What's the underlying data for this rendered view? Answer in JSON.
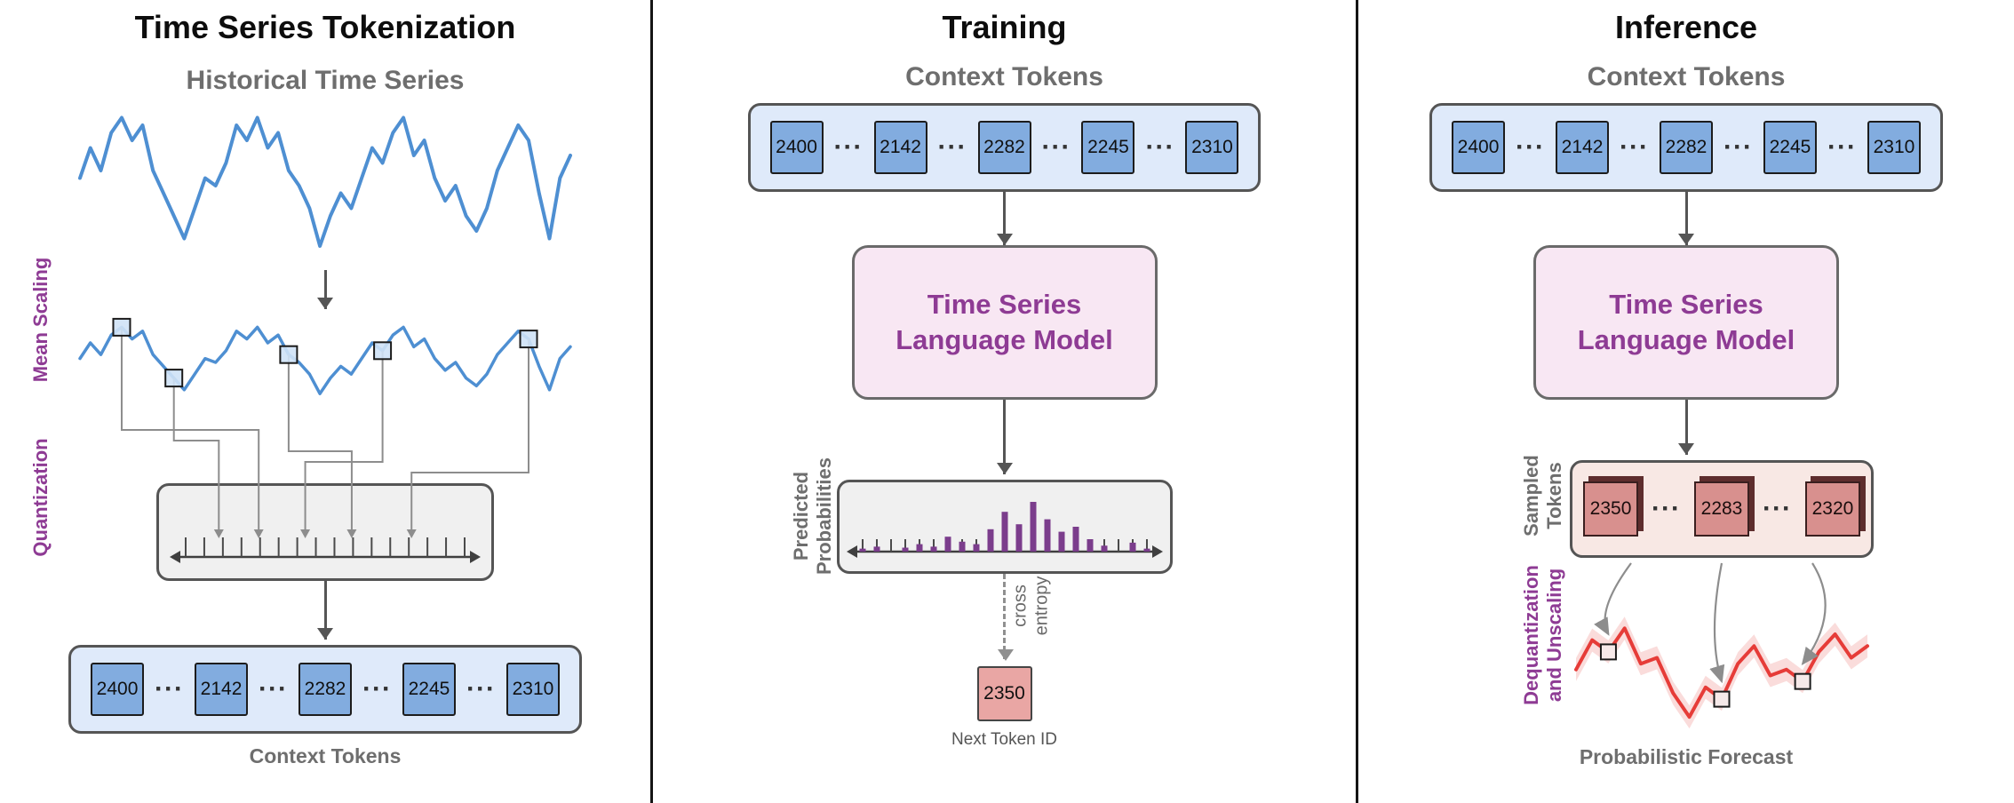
{
  "ui": {
    "ellipsis": "···"
  },
  "colors": {
    "series_blue": "#4e8fd2",
    "accent_purple": "#8e3b94",
    "gray_heading": "#6e6e6e",
    "arrow_gray": "#555555",
    "token_blue": "#82acdf",
    "token_container_blue": "#dfeafa",
    "model_pink": "#f8e7f3",
    "hist_purple": "#7b3d8c",
    "next_token_red": "#e9a6a4",
    "sampled_red": "#d8908e",
    "sampled_shadow": "#5e2d2d",
    "forecast_red": "#e63c38",
    "box_gray": "#f0f0f0"
  },
  "panels": {
    "tokenization": {
      "title": "Time Series Tokenization",
      "chart_title": "Historical Time Series",
      "mean_scaling_label": "Mean Scaling",
      "quantization_label": "Quantization",
      "caption": "Context Tokens",
      "context_tokens": [
        "2400",
        "2142",
        "2282",
        "2245",
        "2310"
      ]
    },
    "training": {
      "title": "Training",
      "header": "Context Tokens",
      "context_tokens": [
        "2400",
        "2142",
        "2282",
        "2245",
        "2310"
      ],
      "model_line1": "Time Series",
      "model_line2": "Language Model",
      "predicted_label_line1": "Predicted",
      "predicted_label_line2": "Probabilities",
      "loss_label_line1": "cross",
      "loss_label_line2": "entropy",
      "next_token": "2350",
      "next_token_caption": "Next Token ID"
    },
    "inference": {
      "title": "Inference",
      "header": "Context Tokens",
      "context_tokens": [
        "2400",
        "2142",
        "2282",
        "2245",
        "2310"
      ],
      "model_line1": "Time Series",
      "model_line2": "Language Model",
      "sampled_label_line1": "Sampled",
      "sampled_label_line2": "Tokens",
      "sampled_tokens": [
        "2350",
        "2283",
        "2320"
      ],
      "dequant_label_line1": "Dequantization",
      "dequant_label_line2": "and Unscaling",
      "caption": "Probabilistic Forecast"
    }
  },
  "chart_data": {
    "type": "line",
    "historical_series": [
      0.55,
      0.75,
      0.6,
      0.85,
      0.95,
      0.8,
      0.9,
      0.6,
      0.45,
      0.3,
      0.15,
      0.35,
      0.55,
      0.5,
      0.65,
      0.9,
      0.8,
      0.95,
      0.75,
      0.85,
      0.6,
      0.5,
      0.35,
      0.1,
      0.3,
      0.45,
      0.35,
      0.55,
      0.75,
      0.65,
      0.85,
      0.95,
      0.7,
      0.8,
      0.55,
      0.4,
      0.5,
      0.3,
      0.2,
      0.35,
      0.6,
      0.75,
      0.9,
      0.8,
      0.45,
      0.15,
      0.55,
      0.7
    ],
    "scaled_marker_indices": [
      4,
      9,
      20,
      29,
      43
    ],
    "quantization_bin_ticks": 16,
    "predicted_probabilities": [
      0.06,
      0.1,
      0,
      0.08,
      0.15,
      0.1,
      0.3,
      0.2,
      0.15,
      0.45,
      0.8,
      0.55,
      1.0,
      0.65,
      0.4,
      0.5,
      0.25,
      0.12,
      0,
      0.18,
      0.06
    ],
    "forecast_series": [
      0.55,
      0.8,
      0.7,
      0.9,
      0.6,
      0.65,
      0.35,
      0.15,
      0.4,
      0.3,
      0.6,
      0.75,
      0.5,
      0.55,
      0.45,
      0.7,
      0.85,
      0.65,
      0.75
    ],
    "forecast_marker_indices": [
      2,
      9,
      14
    ],
    "forecast_band_halfwidth": 13
  }
}
